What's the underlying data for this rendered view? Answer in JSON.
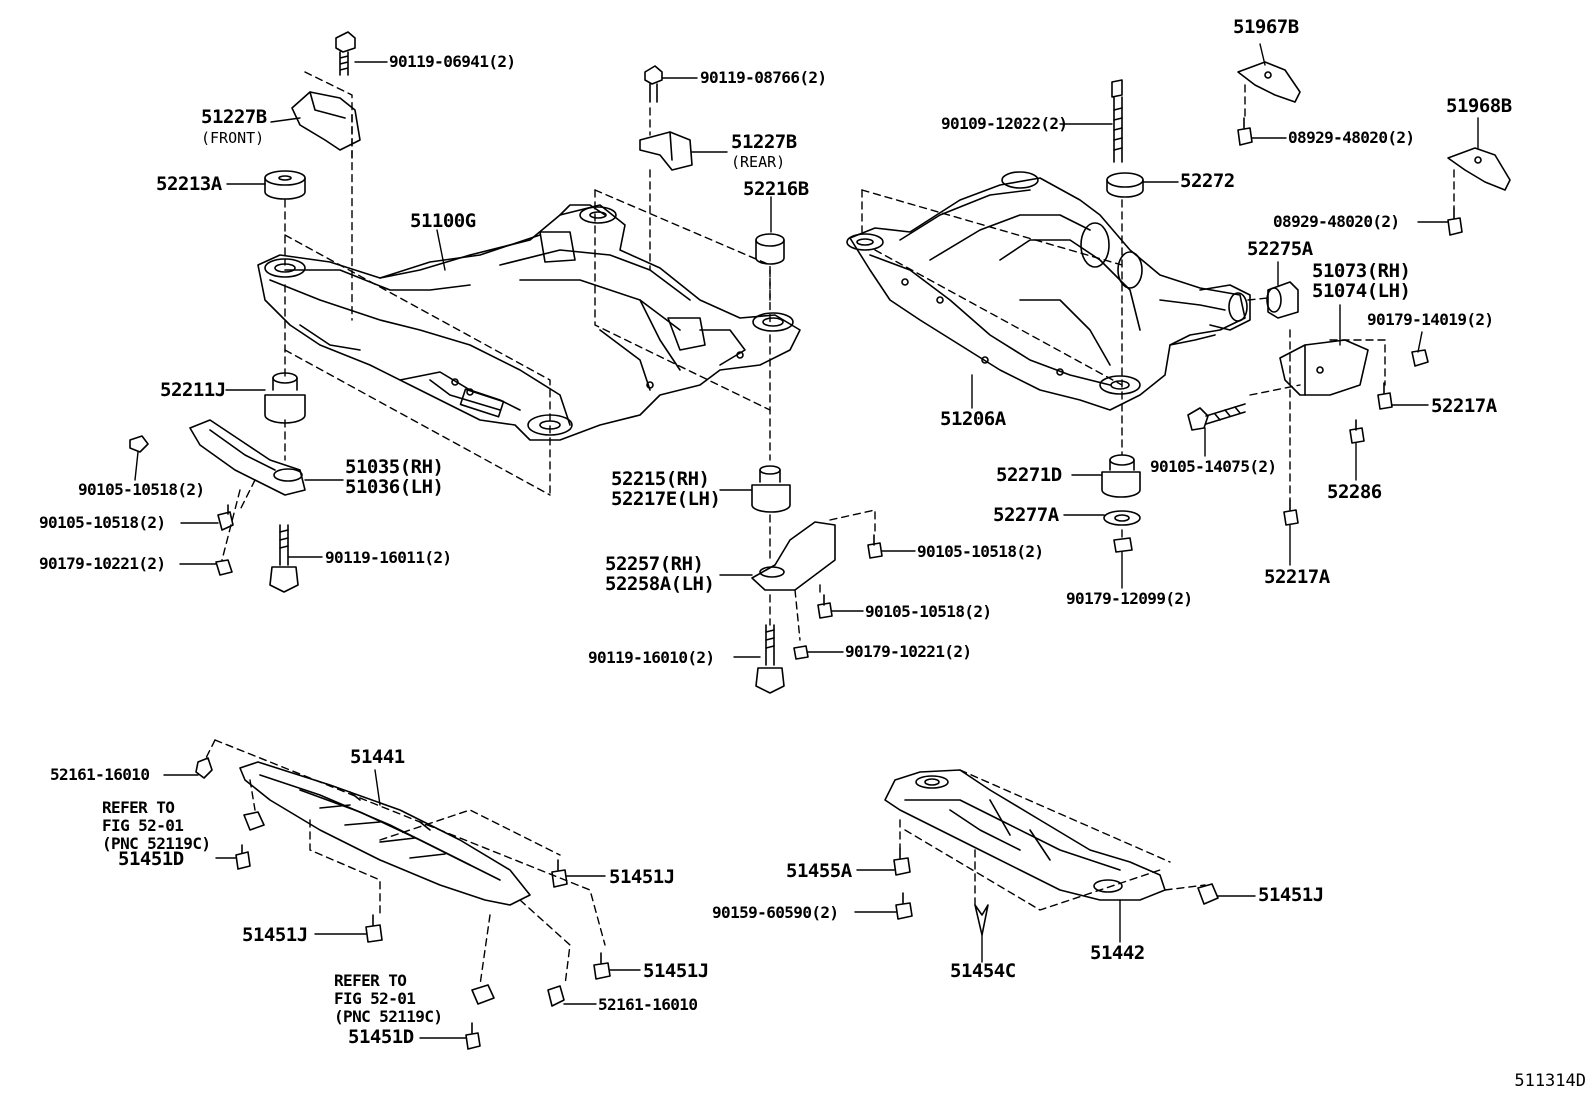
{
  "diagram_code": "511314D",
  "parts": {
    "p_90119_06941": "90119-06941(2)",
    "p_51227B_front": "51227B",
    "p_front": "(FRONT)",
    "p_52213A": "52213A",
    "p_51100G": "51100G",
    "p_90119_08766": "90119-08766(2)",
    "p_51227B_rear": "51227B",
    "p_rear": "(REAR)",
    "p_52216B": "52216B",
    "p_52211J": "52211J",
    "p_51035": "51035(RH)",
    "p_51036": "51036(LH)",
    "p_90105_10518_a": "90105-10518(2)",
    "p_90105_10518_b": "90105-10518(2)",
    "p_90179_10221_a": "90179-10221(2)",
    "p_90119_16011": "90119-16011(2)",
    "p_52215": "52215(RH)",
    "p_52217E": "52217E(LH)",
    "p_52257": "52257(RH)",
    "p_52258A": "52258A(LH)",
    "p_90105_10518_c": "90105-10518(2)",
    "p_90105_10518_d": "90105-10518(2)",
    "p_90119_16010": "90119-16010(2)",
    "p_90179_10221_b": "90179-10221(2)",
    "p_90109_12022": "90109-12022(2)",
    "p_52272": "52272",
    "p_51967B": "51967B",
    "p_08929_48020_a": "08929-48020(2)",
    "p_51968B": "51968B",
    "p_08929_48020_b": "08929-48020(2)",
    "p_52275A": "52275A",
    "p_51073": "51073(RH)",
    "p_51074": "51074(LH)",
    "p_90179_14019": "90179-14019(2)",
    "p_52217A_a": "52217A",
    "p_51206A": "51206A",
    "p_90105_14075": "90105-14075(2)",
    "p_52286": "52286",
    "p_52271D": "52271D",
    "p_52277A": "52277A",
    "p_90179_12099": "90179-12099(2)",
    "p_52217A_b": "52217A",
    "p_52161_16010_a": "52161-16010",
    "p_51441": "51441",
    "p_refer1_a": "REFER TO",
    "p_refer1_b": "FIG 52-01",
    "p_refer1_c": "(PNC 52119C)",
    "p_51451D_a": "51451D",
    "p_51451J_a": "51451J",
    "p_51451J_b": "51451J",
    "p_51451J_c": "51451J",
    "p_refer2_a": "REFER TO",
    "p_refer2_b": "FIG 52-01",
    "p_refer2_c": "(PNC 52119C)",
    "p_52161_16010_b": "52161-16010",
    "p_51451D_b": "51451D",
    "p_51455A": "51455A",
    "p_90159_60590": "90159-60590(2)",
    "p_51454C": "51454C",
    "p_51442": "51442",
    "p_51451J_d": "51451J"
  }
}
